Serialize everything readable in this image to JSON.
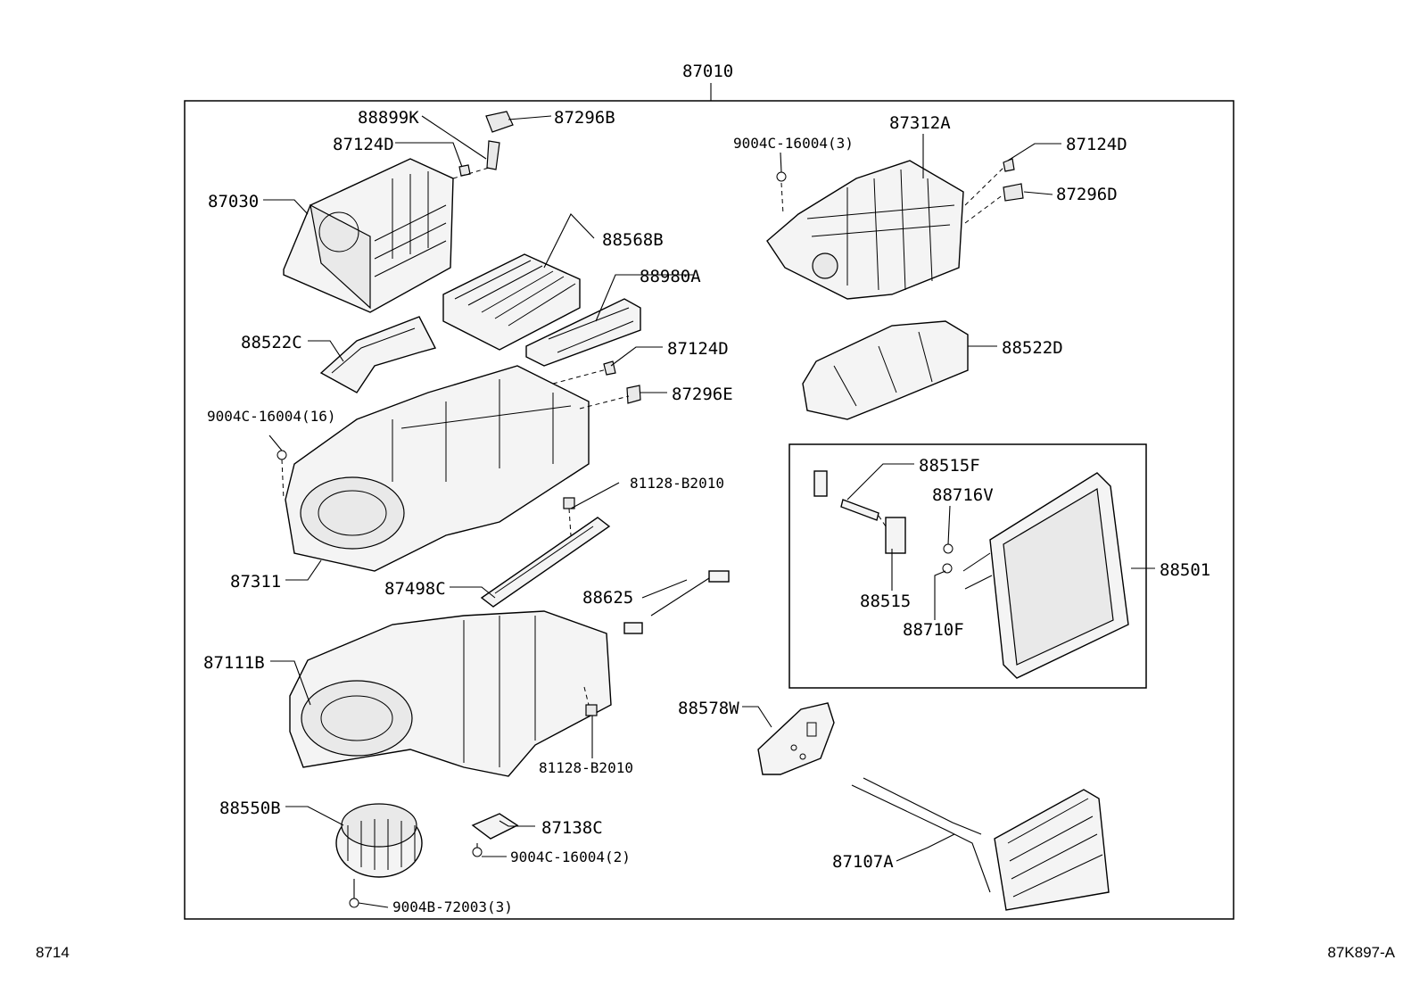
{
  "assembly_number": "87010",
  "footer": {
    "left_code": "8714",
    "right_code": "87K897-A"
  },
  "parts": {
    "p88899K": "88899K",
    "p87296B": "87296B",
    "p87124D_a": "87124D",
    "p87030": "87030",
    "p88568B": "88568B",
    "p88980A": "88980A",
    "p88522C": "88522C",
    "p87124D_b": "87124D",
    "p87296E": "87296E",
    "p9004C_16004_16": "9004C-16004(16)",
    "p81128_B2010_a": "81128-B2010",
    "p87311": "87311",
    "p87498C": "87498C",
    "p88625": "88625",
    "p87111B": "87111B",
    "p81128_B2010_b": "81128-B2010",
    "p88550B": "88550B",
    "p87138C": "87138C",
    "p9004C_16004_2": "9004C-16004(2)",
    "p9004B_72003_3": "9004B-72003(3)",
    "p9004C_16004_3": "9004C-16004(3)",
    "p87312A": "87312A",
    "p87124D_c": "87124D",
    "p87296D": "87296D",
    "p88522D": "88522D",
    "p88515F": "88515F",
    "p88716V": "88716V",
    "p88515": "88515",
    "p88710F": "88710F",
    "p88501": "88501",
    "p88578W": "88578W",
    "p87107A": "87107A"
  }
}
